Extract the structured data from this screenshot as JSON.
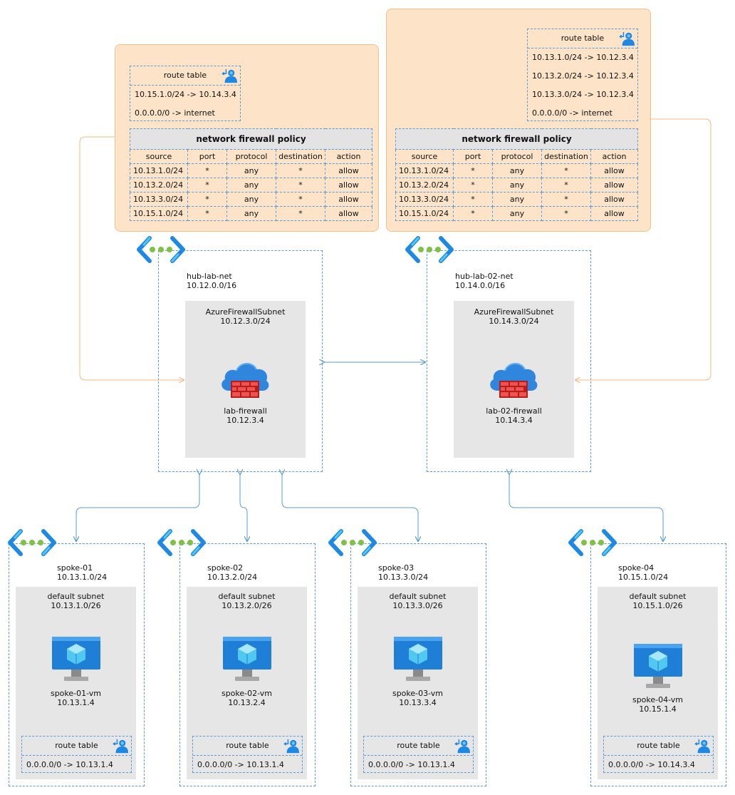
{
  "colors": {
    "panel": "#fde3c8",
    "panel_border": "#f5c08a",
    "dash": "#5b9bd5",
    "subnet_bg": "#e6e6e6",
    "link_blue": "#5b9bd5",
    "link_orange": "#f5b984",
    "firewall_red": "#d6252f",
    "cloud_blue": "#3b8fe0",
    "vnet_icon": "#1e88e5",
    "vnet_dot": "#7dc242"
  },
  "icons": [
    "vnet-icon",
    "firewall-icon",
    "vm-icon",
    "route-table-icon"
  ],
  "policies": [
    {
      "route_table": {
        "title": "route table",
        "routes": [
          "10.15.1.0/24 -> 10.14.3.4",
          "0.0.0.0/0 -> internet"
        ]
      },
      "firewall_policy": {
        "title": "network firewall policy",
        "columns": [
          "source",
          "port",
          "protocol",
          "destination",
          "action"
        ],
        "rows": [
          [
            "10.13.1.0/24",
            "*",
            "any",
            "*",
            "allow"
          ],
          [
            "10.13.2.0/24",
            "*",
            "any",
            "*",
            "allow"
          ],
          [
            "10.13.3.0/24",
            "*",
            "any",
            "*",
            "allow"
          ],
          [
            "10.15.1.0/24",
            "*",
            "any",
            "*",
            "allow"
          ]
        ]
      }
    },
    {
      "route_table": {
        "title": "route table",
        "routes": [
          "10.13.1.0/24 -> 10.12.3.4",
          "10.13.2.0/24 -> 10.12.3.4",
          "10.13.3.0/24 -> 10.12.3.4",
          "0.0.0.0/0 -> internet"
        ]
      },
      "firewall_policy": {
        "title": "network firewall policy",
        "columns": [
          "source",
          "port",
          "protocol",
          "destination",
          "action"
        ],
        "rows": [
          [
            "10.13.1.0/24",
            "*",
            "any",
            "*",
            "allow"
          ],
          [
            "10.13.2.0/24",
            "*",
            "any",
            "*",
            "allow"
          ],
          [
            "10.13.3.0/24",
            "*",
            "any",
            "*",
            "allow"
          ],
          [
            "10.15.1.0/24",
            "*",
            "any",
            "*",
            "allow"
          ]
        ]
      }
    }
  ],
  "hubs": [
    {
      "name": "hub-lab-net",
      "cidr": "10.12.0.0/16",
      "subnet_name": "AzureFirewallSubnet",
      "subnet_cidr": "10.12.3.0/24",
      "firewall_name": "lab-firewall",
      "firewall_ip": "10.12.3.4"
    },
    {
      "name": "hub-lab-02-net",
      "cidr": "10.14.0.0/16",
      "subnet_name": "AzureFirewallSubnet",
      "subnet_cidr": "10.14.3.0/24",
      "firewall_name": "lab-02-firewall",
      "firewall_ip": "10.14.3.4"
    }
  ],
  "spokes": [
    {
      "name": "spoke-01",
      "cidr": "10.13.1.0/24",
      "subnet_name": "default subnet",
      "subnet_cidr": "10.13.1.0/26",
      "vm_name": "spoke-01-vm",
      "vm_ip": "10.13.1.4",
      "rt_title": "route table",
      "rt_route": "0.0.0.0/0 -> 10.13.1.4"
    },
    {
      "name": "spoke-02",
      "cidr": "10.13.2.0/24",
      "subnet_name": "default subnet",
      "subnet_cidr": "10.13.2.0/26",
      "vm_name": "spoke-02-vm",
      "vm_ip": "10.13.2.4",
      "rt_title": "route table",
      "rt_route": "0.0.0.0/0 -> 10.13.1.4"
    },
    {
      "name": "spoke-03",
      "cidr": "10.13.3.0/24",
      "subnet_name": "default subnet",
      "subnet_cidr": "10.13.3.0/26",
      "vm_name": "spoke-03-vm",
      "vm_ip": "10.13.3.4",
      "rt_title": "route table",
      "rt_route": "0.0.0.0/0 -> 10.13.1.4"
    },
    {
      "name": "spoke-04",
      "cidr": "10.15.1.0/24",
      "subnet_name": "default subnet",
      "subnet_cidr": "10.15.1.0/26",
      "vm_name": "spoke-04-vm",
      "vm_ip": "10.15.1.4",
      "rt_title": "route table",
      "rt_route": "0.0.0.0/0 -> 10.14.3.4"
    }
  ]
}
